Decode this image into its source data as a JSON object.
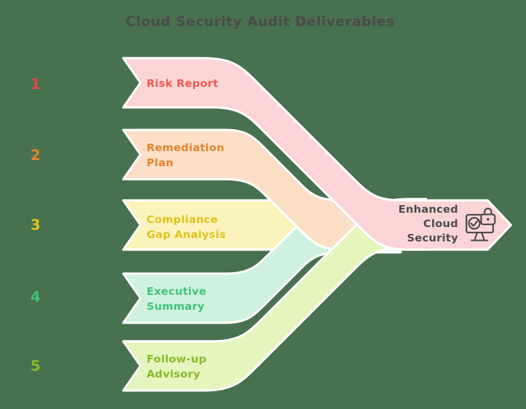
{
  "title": "Cloud Security Audit Deliverables",
  "colors": {
    "background": "#48714f",
    "outline": "#ffffff",
    "heading_text": "#4a4a4a",
    "result_text": "#4a4a4a",
    "icon": "#4a4a4a"
  },
  "steps": [
    {
      "number": "1",
      "lines": [
        "Risk Report"
      ],
      "fill": "#fbd5d5",
      "label_color": "#ee5852",
      "number_color": "#e14b4b"
    },
    {
      "number": "2",
      "lines": [
        "Remediation",
        "Plan"
      ],
      "fill": "#fbdfc7",
      "label_color": "#e5832d",
      "number_color": "#e5832d"
    },
    {
      "number": "3",
      "lines": [
        "Compliance",
        "Gap Analysis"
      ],
      "fill": "#faf3bb",
      "label_color": "#dfc31d",
      "number_color": "#dfc31d"
    },
    {
      "number": "4",
      "lines": [
        "Executive",
        "Summary"
      ],
      "fill": "#cff2e0",
      "label_color": "#3fc377",
      "number_color": "#3fc377"
    },
    {
      "number": "5",
      "lines": [
        "Follow-up",
        "Advisory"
      ],
      "fill": "#e4f6bd",
      "label_color": "#8ab82c",
      "number_color": "#8ab82c"
    }
  ],
  "result": {
    "lines": [
      "Enhanced",
      "Cloud",
      "Security"
    ],
    "fill": "#fbd5d5",
    "icon": "monitor-check-lock-icon"
  }
}
